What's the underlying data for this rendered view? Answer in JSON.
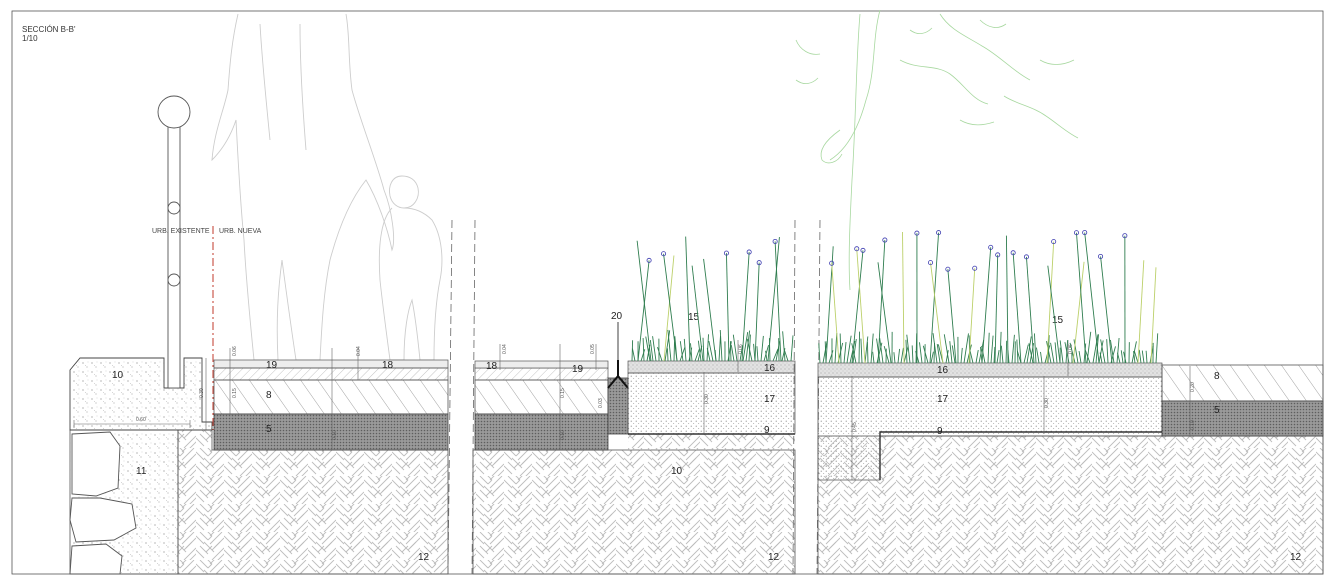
{
  "title": "SECCIÓN B-B'",
  "scale": "1/10",
  "boundary_labels": {
    "existing": "URB. EXISTENTE",
    "new": "URB. NUEVA"
  },
  "callouts": {
    "kerb": "10",
    "stone_wall": "11",
    "subgrade": "12",
    "base_layer": "8",
    "sub_base": "5",
    "paving_tile": "19",
    "paving_strip": "18",
    "edging": "20",
    "vegetation": "15",
    "gravel_top": "16",
    "soil": "17",
    "geotextile": "9",
    "fill": "10"
  },
  "dimensions": {
    "kerb_width": "0.60",
    "kerb_depth": "0.30",
    "d_006": "0.06",
    "d_004": "0.04",
    "d_015": "0.15",
    "d_010": "0.10",
    "d_005": "0.05",
    "d_030": "0.30",
    "d_045": "0.45",
    "d_020": "0.20",
    "d_003": "0.03"
  },
  "colors": {
    "line": "#3c3c3c",
    "hatch": "#8a8a8a",
    "axis": "#c0392b",
    "grass": "#2f7d4f",
    "reed": "#bcd06a",
    "flower": "#3d3db0",
    "silhouette": "#c9c9c9",
    "tree": "#a8d8a0"
  }
}
